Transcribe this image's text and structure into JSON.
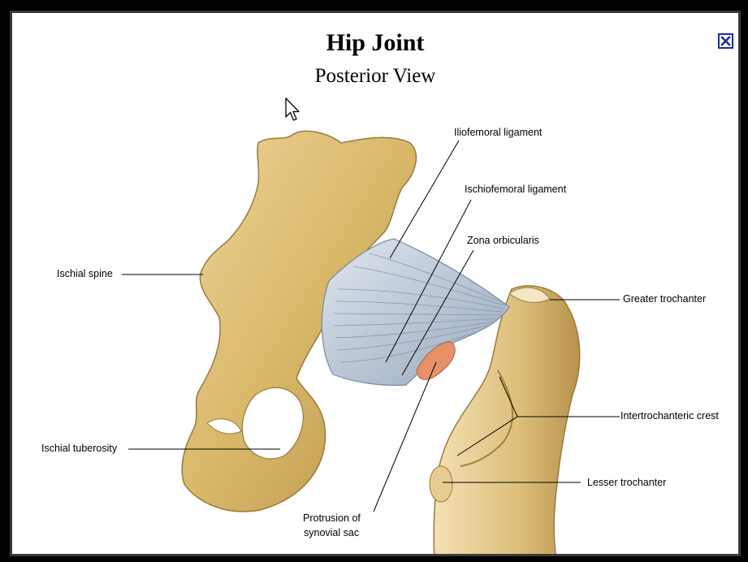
{
  "title": "Hip Joint",
  "subtitle": "Posterior View",
  "close_button": {
    "icon": "close-icon",
    "color": "#1a2aa0"
  },
  "labels": {
    "iliofemoral": "Iliofemoral ligament",
    "ischiofemoral": "Ischiofemoral ligament",
    "zona": "Zona orbicularis",
    "ischial_spine": "Ischial spine",
    "greater_trochanter": "Greater trochanter",
    "intertrochanteric": "Intertrochanteric crest",
    "ischial_tuberosity": "Ischial tuberosity",
    "lesser_trochanter": "Lesser trochanter",
    "protrusion_line1": "Protrusion of",
    "protrusion_line2": "synovial sac"
  },
  "colors": {
    "bone": "#d9b86a",
    "ligament": "#b8c4d4",
    "synovial": "#e8906a"
  }
}
